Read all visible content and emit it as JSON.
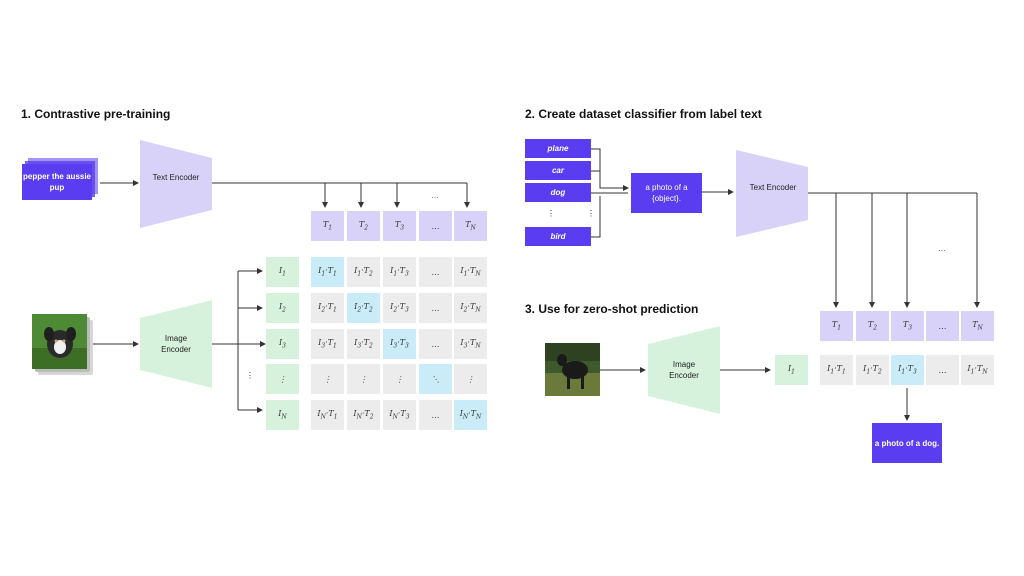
{
  "section1": {
    "heading": "1. Contrastive pre-training",
    "text_input": "pepper the aussie pup",
    "text_encoder": "Text Encoder",
    "image_encoder": "Image Encoder"
  },
  "section2": {
    "heading": "2. Create dataset classifier from label text",
    "labels": [
      "plane",
      "car",
      "dog",
      "bird"
    ],
    "template": "a photo of a {object}.",
    "text_encoder": "Text Encoder"
  },
  "section3": {
    "heading": "3. Use for zero-shot prediction",
    "image_encoder": "Image Encoder",
    "result": "a photo of a dog."
  },
  "colors": {
    "accent": "#5a3df0",
    "text_cells": "#d9d2f8",
    "image_cells": "#d7f2dc",
    "grid_cells": "#ececec",
    "highlight": "#c9ecf8"
  },
  "icons": [
    "dog-photo-icon",
    "dog-photo-icon"
  ]
}
